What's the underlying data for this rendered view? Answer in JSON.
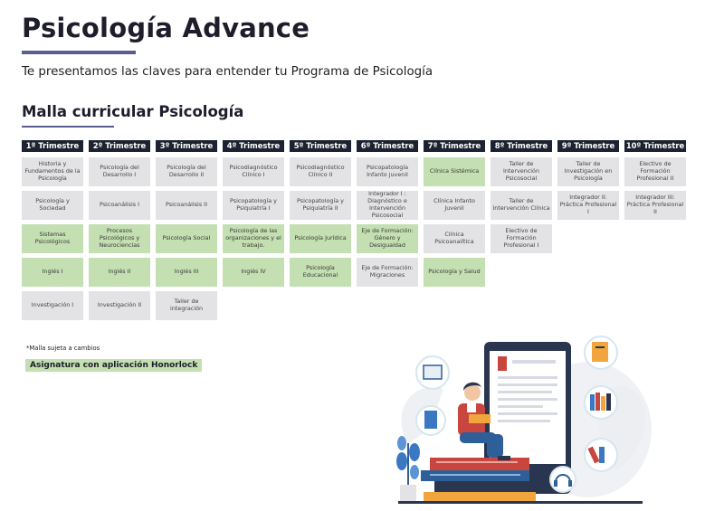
{
  "header": {
    "title": "Psicología Advance",
    "subtitle": "Te presentamos las claves para entender tu Programa de Psicología"
  },
  "section": {
    "title": "Malla curricular Psicología"
  },
  "colors": {
    "accent": "#5a5d8e",
    "header_bg": "#1d2230",
    "gray_cell": "#e3e3e6",
    "green_cell": "#c4dfb1"
  },
  "curriculum": [
    {
      "header": "1º Trimestre",
      "courses": [
        {
          "name": "Historia y Fundamentos de la Psicología",
          "honorlock": false
        },
        {
          "name": "Psicología y Sociedad",
          "honorlock": false
        },
        {
          "name": "Sistemas Psicológicos",
          "honorlock": true
        },
        {
          "name": "Inglés I",
          "honorlock": true
        },
        {
          "name": "Investigación I",
          "honorlock": false
        }
      ]
    },
    {
      "header": "2º Trimestre",
      "courses": [
        {
          "name": "Psicología del Desarrollo I",
          "honorlock": false
        },
        {
          "name": "Psicoanálisis I",
          "honorlock": false
        },
        {
          "name": "Procesos Psicológicos y Neurociencias",
          "honorlock": true
        },
        {
          "name": "Inglés II",
          "honorlock": true
        },
        {
          "name": "Investigación II",
          "honorlock": false
        }
      ]
    },
    {
      "header": "3º Trimestre",
      "courses": [
        {
          "name": "Psicología del Desarrollo II",
          "honorlock": false
        },
        {
          "name": "Psicoanálisis II",
          "honorlock": false
        },
        {
          "name": "Psicología Social",
          "honorlock": true
        },
        {
          "name": "Inglés III",
          "honorlock": true
        },
        {
          "name": "Taller de integración",
          "honorlock": false
        }
      ]
    },
    {
      "header": "4º Trimestre",
      "courses": [
        {
          "name": "Psicodiagnóstico Clínico I",
          "honorlock": false
        },
        {
          "name": "Psicopatología y Psiquiatría I",
          "honorlock": false
        },
        {
          "name": "Psicología de las organizaciones y el trabajo.",
          "honorlock": true
        },
        {
          "name": "Inglés IV",
          "honorlock": true
        }
      ]
    },
    {
      "header": "5º Trimestre",
      "courses": [
        {
          "name": "Psicodiagnóstico Clínico II",
          "honorlock": false
        },
        {
          "name": "Psicopatología y Psiquiatría II",
          "honorlock": false
        },
        {
          "name": "Psicología Jurídica",
          "honorlock": true
        },
        {
          "name": "Psicología Educacional",
          "honorlock": true
        }
      ]
    },
    {
      "header": "6º Trimestre",
      "courses": [
        {
          "name": "Psicopatología Infanto juvenil",
          "honorlock": false
        },
        {
          "name": "Integrador I : Diagnóstico e Intervención Psicosocial",
          "honorlock": false
        },
        {
          "name": "Eje de Formación: Género y Desigualdad",
          "honorlock": true
        },
        {
          "name": "Eje de Formación: Migraciones",
          "honorlock": false
        }
      ]
    },
    {
      "header": "7º Trimestre",
      "courses": [
        {
          "name": "Clínica Sistémica",
          "honorlock": true
        },
        {
          "name": "Clínica Infanto Juvenil",
          "honorlock": false
        },
        {
          "name": "Clínica Psicoanalítica",
          "honorlock": false
        },
        {
          "name": "Psicología y Salud",
          "honorlock": true
        }
      ]
    },
    {
      "header": "8º Trimestre",
      "courses": [
        {
          "name": "Taller de Intervención Psicosocial",
          "honorlock": false
        },
        {
          "name": "Taller de Intervención Clínica",
          "honorlock": false
        },
        {
          "name": "Electivo de Formación Profesional I",
          "honorlock": false
        }
      ]
    },
    {
      "header": "9º Trimestre",
      "courses": [
        {
          "name": "Taller de Investigación en Psicología",
          "honorlock": false
        },
        {
          "name": "Integrador II: Práctica Profesional I",
          "honorlock": false
        }
      ]
    },
    {
      "header": "10º Trimestre",
      "courses": [
        {
          "name": "Electivo de Formación Profesional II",
          "honorlock": false
        },
        {
          "name": "Integrador III: Práctica Profesional II",
          "honorlock": false
        }
      ]
    }
  ],
  "footnote": "*Malla sujeta a cambios",
  "legend": {
    "label": "Asignatura con aplicación Honorlock"
  }
}
